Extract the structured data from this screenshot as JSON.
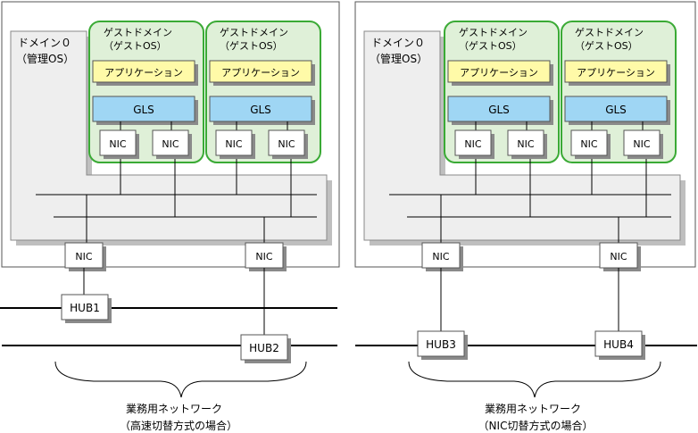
{
  "left": {
    "domain0_line1": "ドメイン０",
    "domain0_line2": "（管理OS）",
    "guest_title": "ゲストドメイン",
    "guest_subtitle": "（ゲストOS）",
    "application": "アプリケーション",
    "gls": "GLS",
    "nic": "NIC",
    "hub_a": "HUB1",
    "hub_b": "HUB2",
    "caption_line1": "業務用ネットワーク",
    "caption_line2": "（高速切替方式の場合）"
  },
  "right": {
    "domain0_line1": "ドメイン０",
    "domain0_line2": "（管理OS）",
    "guest_title": "ゲストドメイン",
    "guest_subtitle": "（ゲストOS）",
    "application": "アプリケーション",
    "gls": "GLS",
    "nic": "NIC",
    "hub_a": "HUB3",
    "hub_b": "HUB4",
    "caption_line1": "業務用ネットワーク",
    "caption_line2": "（NIC切替方式の場合）"
  },
  "colors": {
    "guest_fill": "#dff0d8",
    "guest_border": "#3aaa35",
    "app_fill": "#fffaa8",
    "gls_fill": "#9fd6f4",
    "domain0_fill": "#eeeeee"
  }
}
